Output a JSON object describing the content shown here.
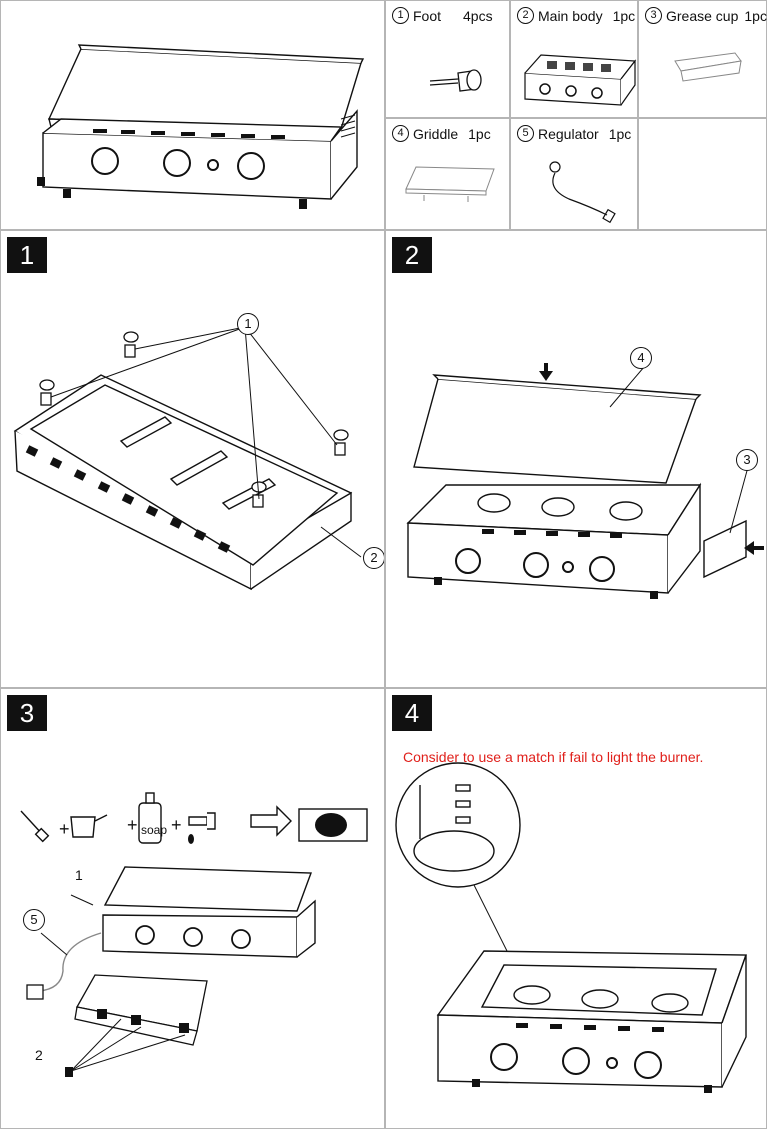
{
  "parts": [
    {
      "num": "1",
      "name": "Foot",
      "qty": "4pcs"
    },
    {
      "num": "2",
      "name": "Main body",
      "qty": "1pc"
    },
    {
      "num": "3",
      "name": "Grease cup",
      "qty": "1pc"
    },
    {
      "num": "4",
      "name": "Griddle",
      "qty": "1pc"
    },
    {
      "num": "5",
      "name": "Regulator",
      "qty": "1pc"
    }
  ],
  "steps": [
    "1",
    "2",
    "3",
    "4"
  ],
  "step1": {
    "callout_1": "1",
    "callout_2": "2"
  },
  "step2": {
    "callout_4": "4",
    "callout_3": "3"
  },
  "step3": {
    "soap_label": "soap",
    "label_1": "1",
    "label_2": "2",
    "callout_5": "5"
  },
  "step4": {
    "note": "Consider to use a match if fail to light the burner.",
    "note_color": "#e0201b"
  }
}
